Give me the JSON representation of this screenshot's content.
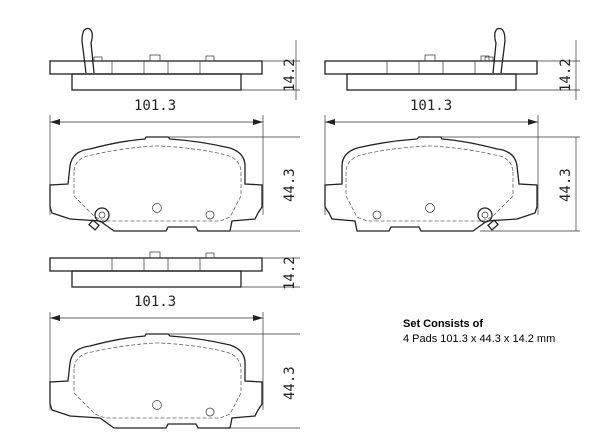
{
  "dimensions": {
    "width": "101.3",
    "height": "44.3",
    "thickness": "14.2"
  },
  "note": {
    "title": "Set Consists of",
    "detail": "4 Pads 101.3 x 44.3 x 14.2 mm"
  }
}
